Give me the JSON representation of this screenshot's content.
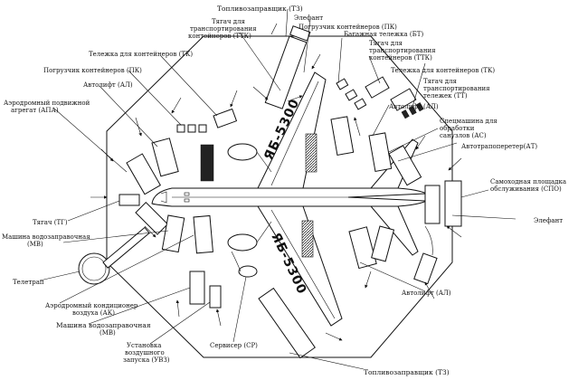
{
  "labels": {
    "top_fuel": "Топливозаправщик (ТЗ)",
    "top_elephant": "Элефант",
    "tractor_ttk_1": "Тягач для",
    "tractor_ttk_2": "транспортирования",
    "tractor_ttk_3": "контейнеров (ТТК)",
    "loader_pk_top": "Погрузчик контейнеров (ПК)",
    "baggage_cart": "Багажная тележка (БТ)",
    "tractor_ttk_r1": "Тягач для",
    "tractor_ttk_r2": "транспортирования",
    "tractor_ttk_r3": "контейнеров (ТТК)",
    "cont_cart_left": "Тележка для контейнеров (ТК)",
    "cont_cart_right": "Тележка для контейнеров (ТК)",
    "loader_pk_left": "Погрузчик контейнеров (ПК)",
    "tractor_tt_1": "Тягач для",
    "tractor_tt_2": "транспортирования",
    "tractor_tt_3": "тележек (ТТ)",
    "autolift_left": "Автолифт (АЛ)",
    "autolift_right_top": "Автолифт (АЛ)",
    "apa_1": "Аэродромный подвижной",
    "apa_2": "агрегат (АПА)",
    "special_1": "Спецмашина для",
    "special_2": "обработки",
    "special_3": "санузлов (АС)",
    "autoramp": "Автотрапоперетер(АТ)",
    "spo_1": "Самоходная площадка",
    "spo_2": "обслуживания (СПО)",
    "tractor_tg": "Тягач (ТГ)",
    "elephant_right": "Элефант",
    "water_1": "Машина водозаправочная",
    "water_2": "(МВ)",
    "teletrap": "Телетрап",
    "aircond_1": "Аэродромный кондиционер",
    "aircond_2": "воздуха (АК)",
    "water2_1": "Машина водозаправочная",
    "water2_2": "(МВ)",
    "autolift_right_bottom": "Автолифт (АЛ)",
    "uvz_1": "Установка",
    "uvz_2": "воздушного",
    "uvz_3": "запуска (УВЗ)",
    "servicer": "Сервисер (СР)",
    "bottom_fuel": "Топливозаправщик (ТЗ)"
  },
  "registration": {
    "upper_wing": "ЯБ-5300",
    "lower_wing": "ЯБ-5300"
  }
}
